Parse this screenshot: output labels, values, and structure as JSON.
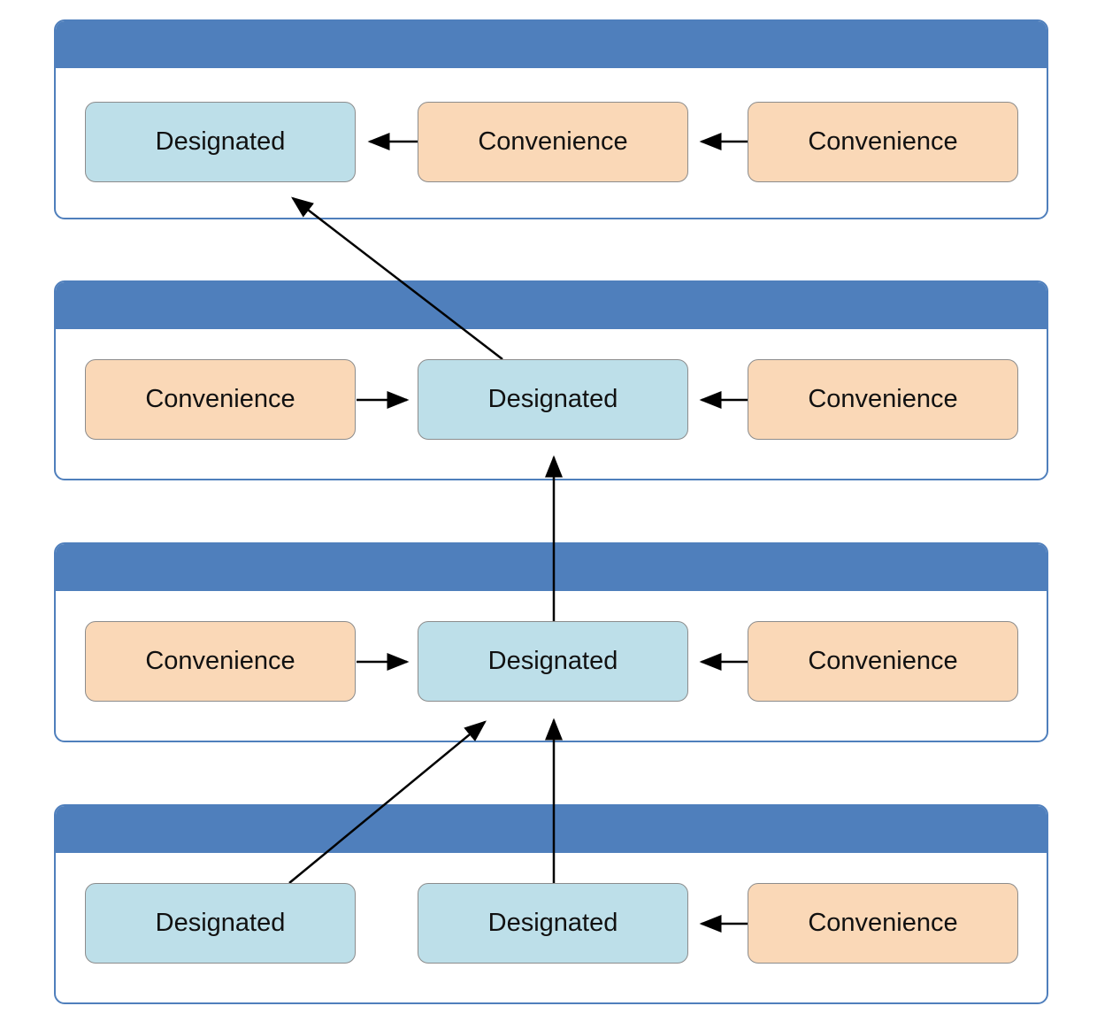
{
  "colors": {
    "header": "#4f7fbc",
    "panel_border": "#4f7fbc",
    "designated_fill": "#bddfe9",
    "convenience_fill": "#fad8b7",
    "arrow": "#000000"
  },
  "classes": [
    {
      "initializers": [
        {
          "kind": "designated",
          "label": "Designated"
        },
        {
          "kind": "convenience",
          "label": "Convenience"
        },
        {
          "kind": "convenience",
          "label": "Convenience"
        }
      ]
    },
    {
      "initializers": [
        {
          "kind": "convenience",
          "label": "Convenience"
        },
        {
          "kind": "designated",
          "label": "Designated"
        },
        {
          "kind": "convenience",
          "label": "Convenience"
        }
      ]
    },
    {
      "initializers": [
        {
          "kind": "convenience",
          "label": "Convenience"
        },
        {
          "kind": "designated",
          "label": "Designated"
        },
        {
          "kind": "convenience",
          "label": "Convenience"
        }
      ]
    },
    {
      "initializers": [
        {
          "kind": "designated",
          "label": "Designated"
        },
        {
          "kind": "designated",
          "label": "Designated"
        },
        {
          "kind": "convenience",
          "label": "Convenience"
        }
      ]
    }
  ],
  "delegations": [
    {
      "from": "classes.0.initializers.1",
      "to": "classes.0.initializers.0",
      "direction": "across"
    },
    {
      "from": "classes.0.initializers.2",
      "to": "classes.0.initializers.1",
      "direction": "across"
    },
    {
      "from": "classes.1.initializers.0",
      "to": "classes.1.initializers.1",
      "direction": "across"
    },
    {
      "from": "classes.1.initializers.2",
      "to": "classes.1.initializers.1",
      "direction": "across"
    },
    {
      "from": "classes.1.initializers.1",
      "to": "classes.0.initializers.0",
      "direction": "up"
    },
    {
      "from": "classes.2.initializers.0",
      "to": "classes.2.initializers.1",
      "direction": "across"
    },
    {
      "from": "classes.2.initializers.2",
      "to": "classes.2.initializers.1",
      "direction": "across"
    },
    {
      "from": "classes.2.initializers.1",
      "to": "classes.1.initializers.1",
      "direction": "up"
    },
    {
      "from": "classes.3.initializers.0",
      "to": "classes.2.initializers.1",
      "direction": "up"
    },
    {
      "from": "classes.3.initializers.1",
      "to": "classes.2.initializers.1",
      "direction": "up"
    },
    {
      "from": "classes.3.initializers.2",
      "to": "classes.3.initializers.1",
      "direction": "across"
    }
  ]
}
